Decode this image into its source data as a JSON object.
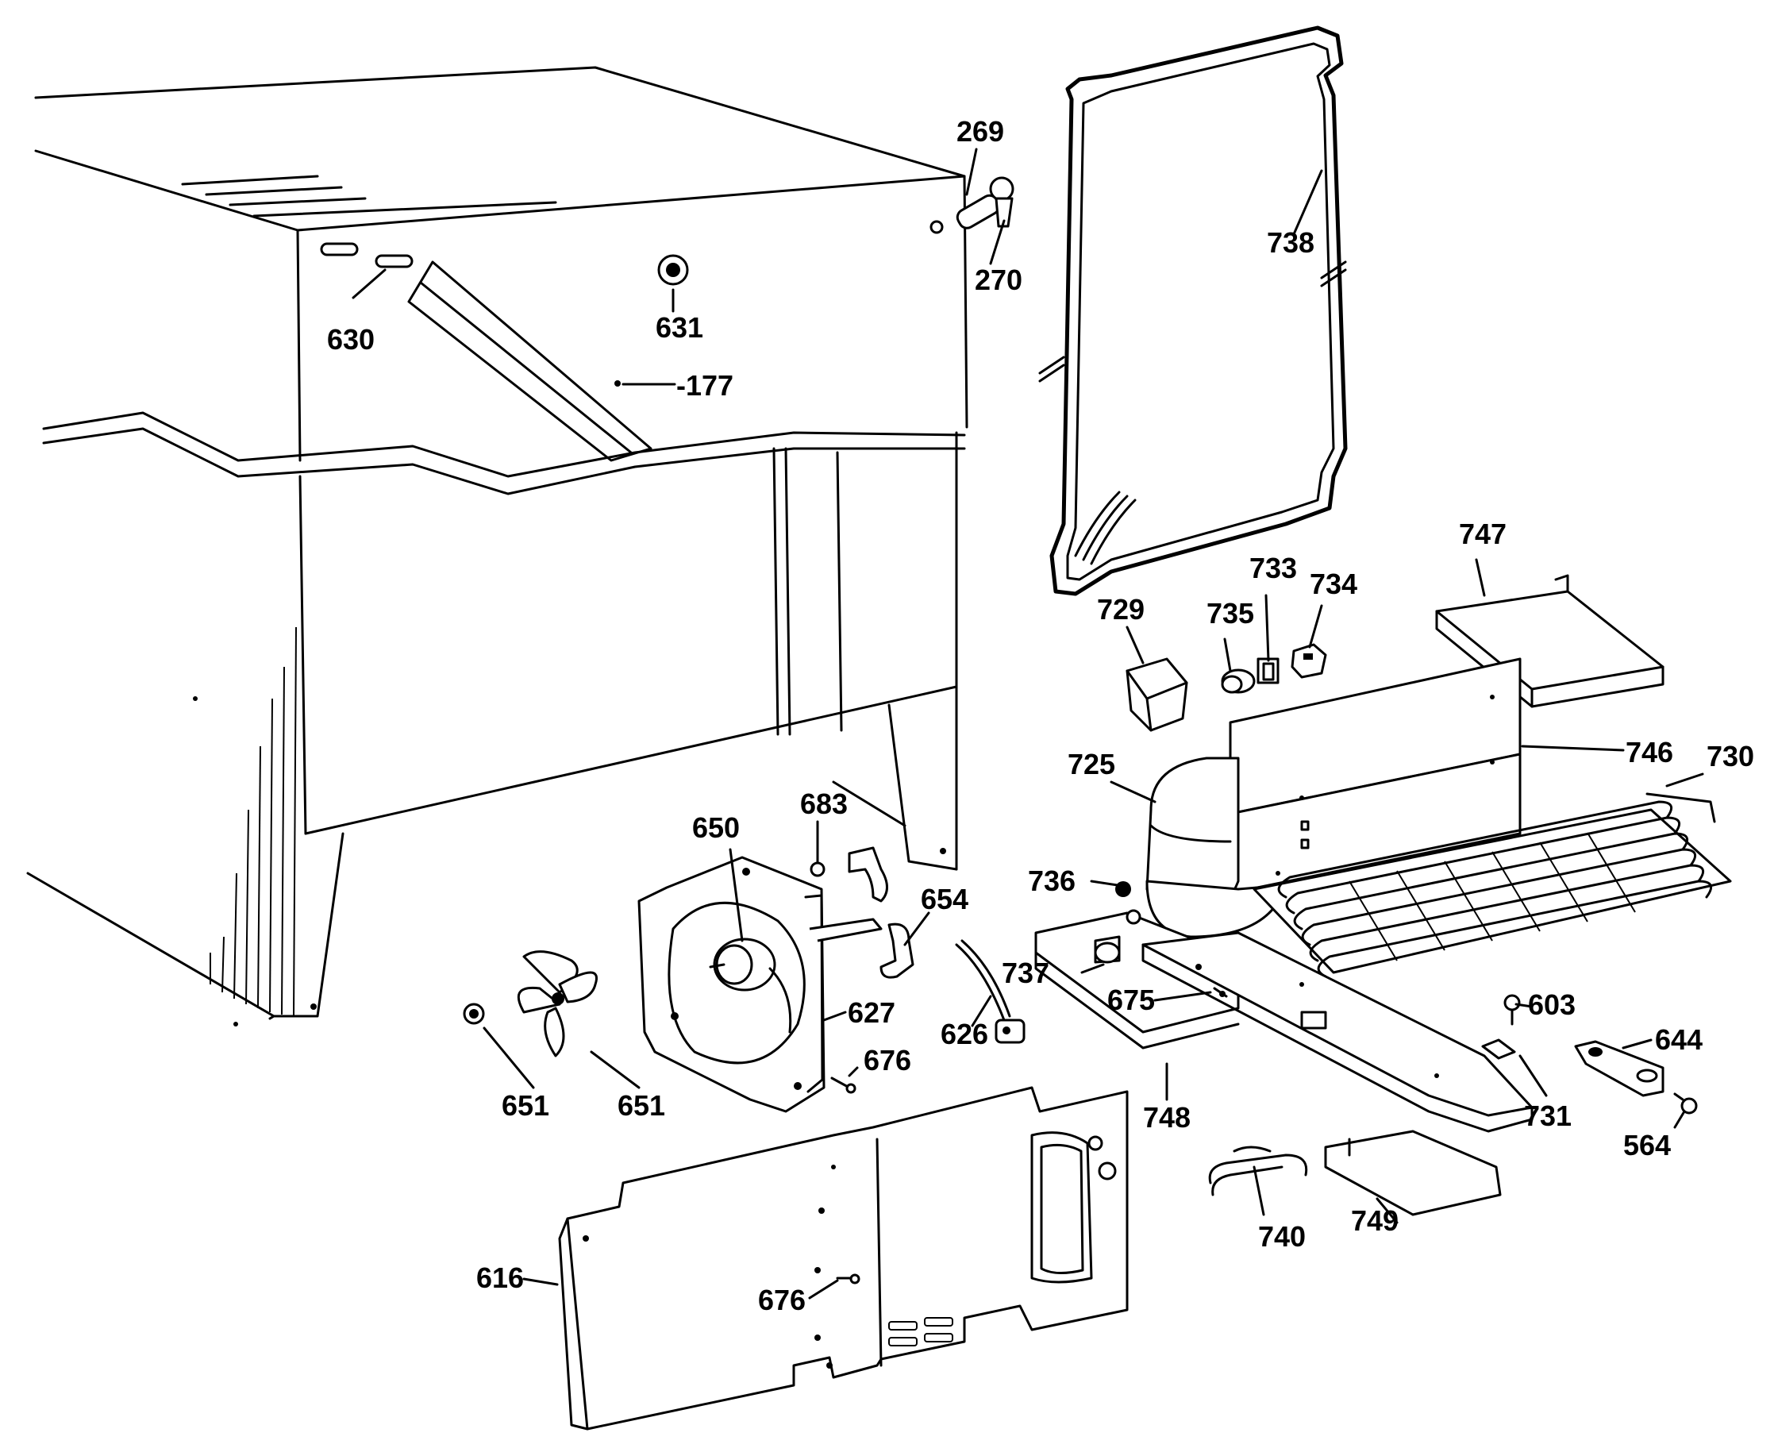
{
  "diagram": {
    "labels": [
      {
        "id": "269",
        "text": "269"
      },
      {
        "id": "270",
        "text": "270"
      },
      {
        "id": "630",
        "text": "630"
      },
      {
        "id": "631",
        "text": "631"
      },
      {
        "id": "177",
        "text": "-177"
      },
      {
        "id": "738",
        "text": "738"
      },
      {
        "id": "747",
        "text": "747"
      },
      {
        "id": "729",
        "text": "729"
      },
      {
        "id": "735",
        "text": "735"
      },
      {
        "id": "733",
        "text": "733"
      },
      {
        "id": "734",
        "text": "734"
      },
      {
        "id": "746",
        "text": "746"
      },
      {
        "id": "725",
        "text": "725"
      },
      {
        "id": "730",
        "text": "730"
      },
      {
        "id": "683",
        "text": "683"
      },
      {
        "id": "650",
        "text": "650"
      },
      {
        "id": "654",
        "text": "654"
      },
      {
        "id": "736",
        "text": "736"
      },
      {
        "id": "737",
        "text": "737"
      },
      {
        "id": "675",
        "text": "675"
      },
      {
        "id": "603",
        "text": "603"
      },
      {
        "id": "644",
        "text": "644"
      },
      {
        "id": "627",
        "text": "627"
      },
      {
        "id": "626",
        "text": "626"
      },
      {
        "id": "676a",
        "text": "676"
      },
      {
        "id": "651a",
        "text": "651"
      },
      {
        "id": "651b",
        "text": "651"
      },
      {
        "id": "748",
        "text": "748"
      },
      {
        "id": "731",
        "text": "731"
      },
      {
        "id": "564",
        "text": "564"
      },
      {
        "id": "740",
        "text": "740"
      },
      {
        "id": "749",
        "text": "749"
      },
      {
        "id": "616",
        "text": "616"
      },
      {
        "id": "676b",
        "text": "676"
      }
    ]
  }
}
